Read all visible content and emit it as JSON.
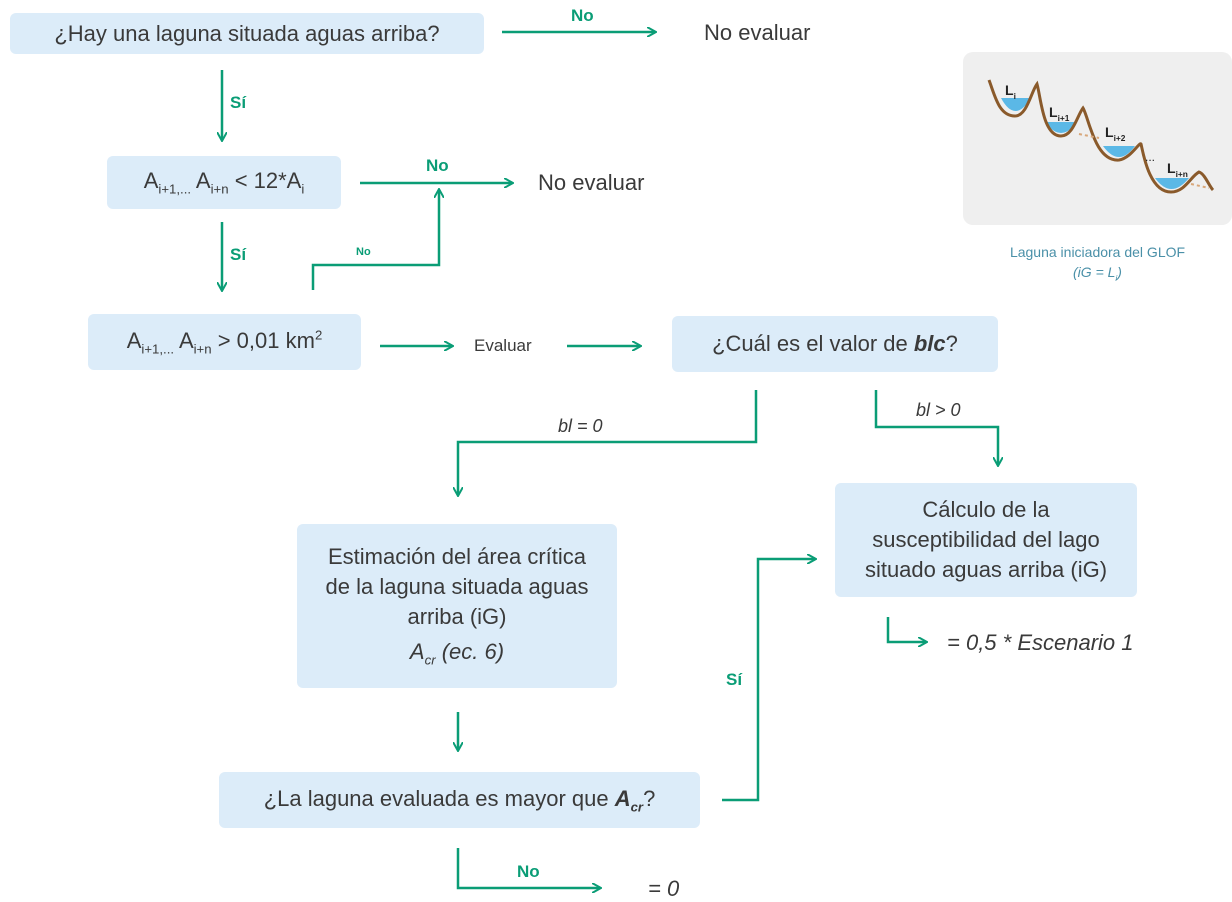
{
  "boxes": {
    "q1": "¿Hay una laguna situada aguas arriba?",
    "q2_a": "A",
    "q2_sub1": "i+1",
    "q2_sep": ",",
    "q2_sub2": "...",
    "q2_b": " A",
    "q2_sub3": "i+n",
    "q2_rest": " < 12*A",
    "q2_sub4": "i",
    "q3_a": "A",
    "q3_sub1": "i+1",
    "q3_sep": ",",
    "q3_sub2": "...",
    "q3_b": " A",
    "q3_sub3": "i+n",
    "q3_rest": " > 0,01 km",
    "q3_sup": "2",
    "q4_pre": "¿Cuál es el valor de ",
    "q4_var": "blc",
    "q4_post": "?",
    "calc": "Cálculo de la susceptibilidad del lago situado aguas arriba (iG)",
    "est": "Estimación del área crítica de la laguna situada aguas arriba (iG)",
    "est_formula_a": "A",
    "est_formula_sub": "cr",
    "est_formula_b": " (ec. 6)",
    "q5_pre": "¿La laguna evaluada es mayor que ",
    "q5_var": "A",
    "q5_sub": "cr",
    "q5_post": "?"
  },
  "labels": {
    "no": "No",
    "si": "Sí",
    "bl_zero": "bl = 0",
    "bl_pos": "bl > 0"
  },
  "outcomes": {
    "no_evaluar": "No evaluar",
    "evaluar": "Evaluar",
    "half_scenario": "= 0,5 * Escenario 1",
    "zero": "= 0"
  },
  "inset": {
    "lagoons": [
      "L",
      "L",
      "L",
      "L"
    ],
    "lagoon_subs": [
      "i",
      "i+1",
      "i+2",
      "i+n"
    ],
    "ellipsis": "...",
    "caption_line1": "Laguna iniciadora del GLOF",
    "caption_line2_a": "(iG = L",
    "caption_line2_sub": "i",
    "caption_line2_b": ")"
  },
  "colors": {
    "arrow": "#0a9d76",
    "box": "#dcecf9",
    "inset_bg": "#efefef",
    "water": "#5bb8e6",
    "terrain": "#8a5a2b"
  }
}
